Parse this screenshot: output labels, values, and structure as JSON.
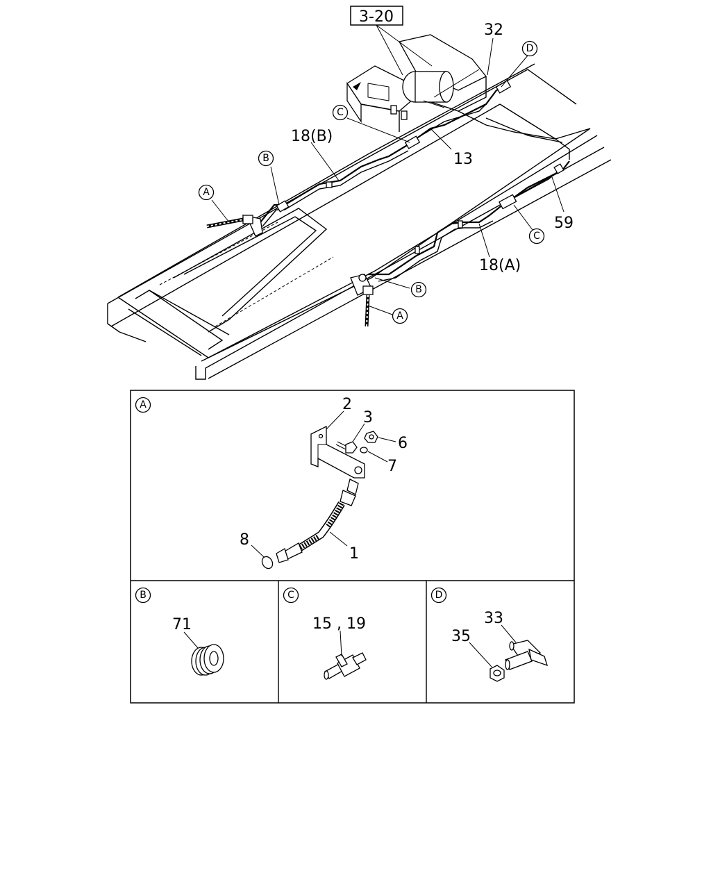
{
  "reference": "3-20",
  "main_labels": {
    "l32": "32",
    "l13": "13",
    "l18b": "18(B)",
    "l18a": "18(A)",
    "l59": "59"
  },
  "callouts": {
    "a": "A",
    "b": "B",
    "c": "C",
    "d": "D"
  },
  "panel_a": {
    "letter": "A",
    "parts": {
      "p1": "1",
      "p2": "2",
      "p3": "3",
      "p6": "6",
      "p7": "7",
      "p8": "8"
    }
  },
  "panel_b": {
    "letter": "B",
    "part": "71"
  },
  "panel_c": {
    "letter": "C",
    "part": "15 , 19"
  },
  "panel_d": {
    "letter": "D",
    "parts": {
      "p33": "33",
      "p35": "35"
    }
  }
}
